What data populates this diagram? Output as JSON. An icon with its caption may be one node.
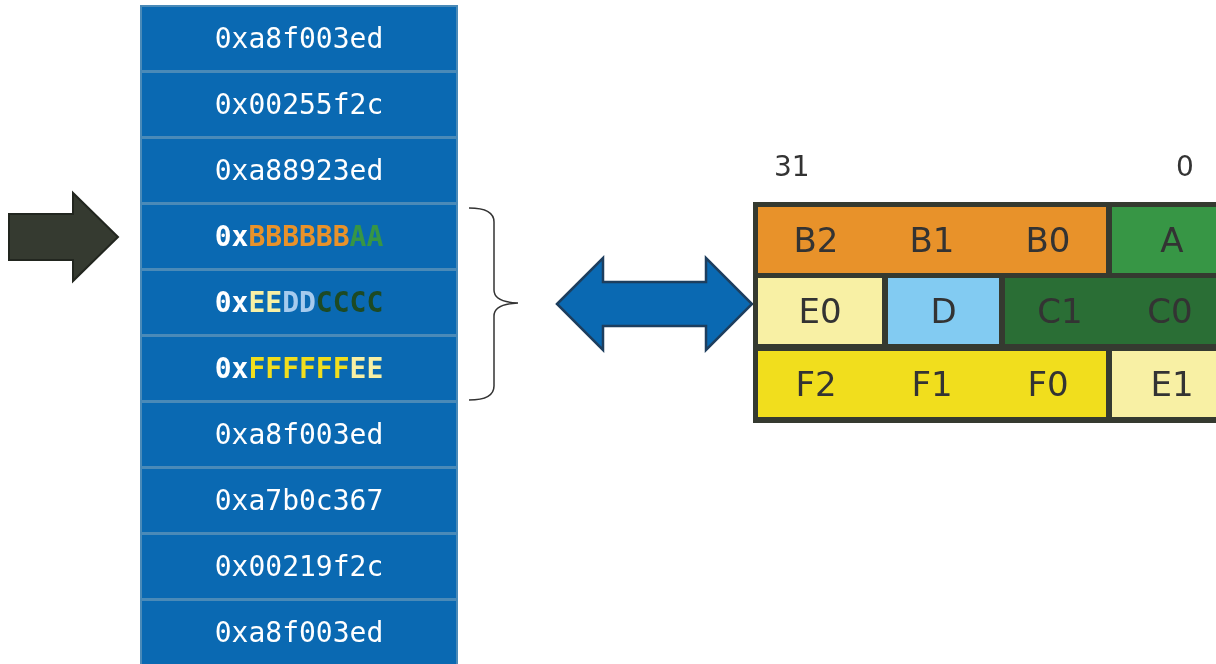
{
  "diagram": {
    "nodes": [
      {
        "text": [
          "0xa8f003ed"
        ]
      },
      {
        "text": [
          "0x00255f2c"
        ]
      },
      {
        "text": [
          "0xa88923ed"
        ]
      },
      {
        "text": [
          "0xBBBBBBAA"
        ]
      },
      {
        "text": [
          "0xEEDDCCCC"
        ]
      },
      {
        "text": [
          "0xFFFFFFEE"
        ]
      },
      {
        "text": [
          "0xa8f003ed"
        ]
      },
      {
        "text": [
          "0xa7b0c367"
        ]
      },
      {
        "text": [
          "0x00219f2c"
        ]
      },
      {
        "text": [
          "0xa8f003ed"
        ]
      },
      {
        "text": [],
        "shape": "box"
      },
      {
        "text": [
          "B2",
          "B1",
          "B0"
        ],
        "in": 10
      },
      {
        "text": [
          "A"
        ],
        "in": 10
      },
      {
        "text": [
          "E0"
        ],
        "in": 10
      },
      {
        "text": [
          "D"
        ],
        "in": 10
      },
      {
        "text": [
          "C1",
          "C0"
        ],
        "in": 10
      },
      {
        "text": [
          "F2",
          "F1",
          "F0"
        ],
        "in": 10
      },
      {
        "text": [
          "E1"
        ],
        "in": 10
      }
    ],
    "edges": [
      {
        "from": null,
        "to": 10,
        "arrow": "both",
        "style": "thick"
      }
    ],
    "labels": [
      "31",
      "0"
    ]
  }
}
